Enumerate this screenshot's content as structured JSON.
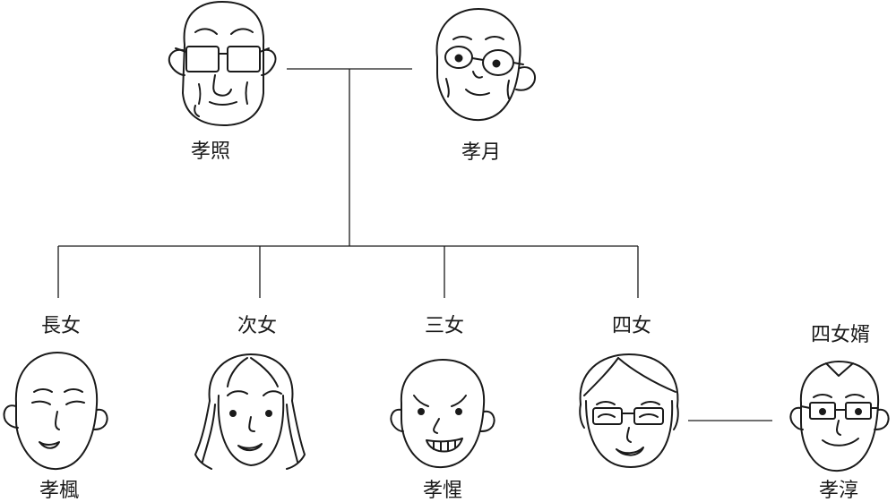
{
  "colors": {
    "ink": "#1a1a1a",
    "background": "#ffffff"
  },
  "grandparents": [
    {
      "name": "孝照",
      "icon": "elderly-man-glasses-face-icon"
    },
    {
      "name": "孝月",
      "icon": "elderly-man-round-glasses-face-icon"
    }
  ],
  "children": [
    {
      "role": "長女",
      "name": "孝楓",
      "icon": "bald-man-face-icon"
    },
    {
      "role": "次女",
      "name": "",
      "icon": "long-hair-woman-face-icon"
    },
    {
      "role": "三女",
      "name": "孝惺",
      "icon": "grinning-man-face-icon"
    },
    {
      "role": "四女",
      "name": "",
      "icon": "woman-glasses-face-icon"
    }
  ],
  "spouse": {
    "role": "四女婿",
    "name": "孝淳",
    "icon": "man-glasses-face-icon"
  }
}
